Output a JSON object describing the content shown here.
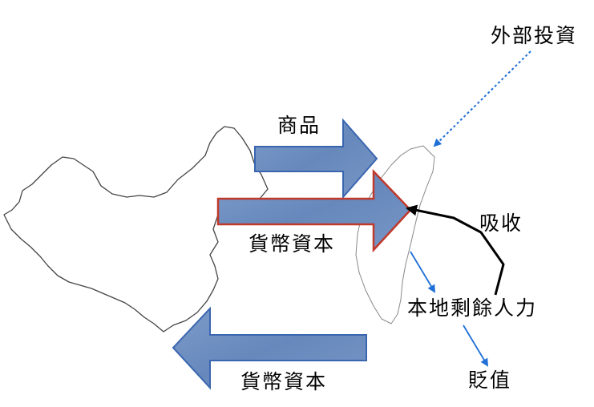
{
  "labels": {
    "external_investment": "外部投資",
    "goods": "商品",
    "money_capital_top": "貨幣資本",
    "absorb": "吸收",
    "local_surplus_labor": "本地剩餘人力",
    "money_capital_bottom": "貨幣資本",
    "devalue": "貶值"
  },
  "colors": {
    "arrow_fill": "#6f8fbf",
    "arrow_stroke_blue": "#3a66b0",
    "arrow_stroke_red": "#c0392b",
    "connector_blue": "#1f6fd6",
    "connector_black": "#000000",
    "map_outline": "#444444"
  }
}
